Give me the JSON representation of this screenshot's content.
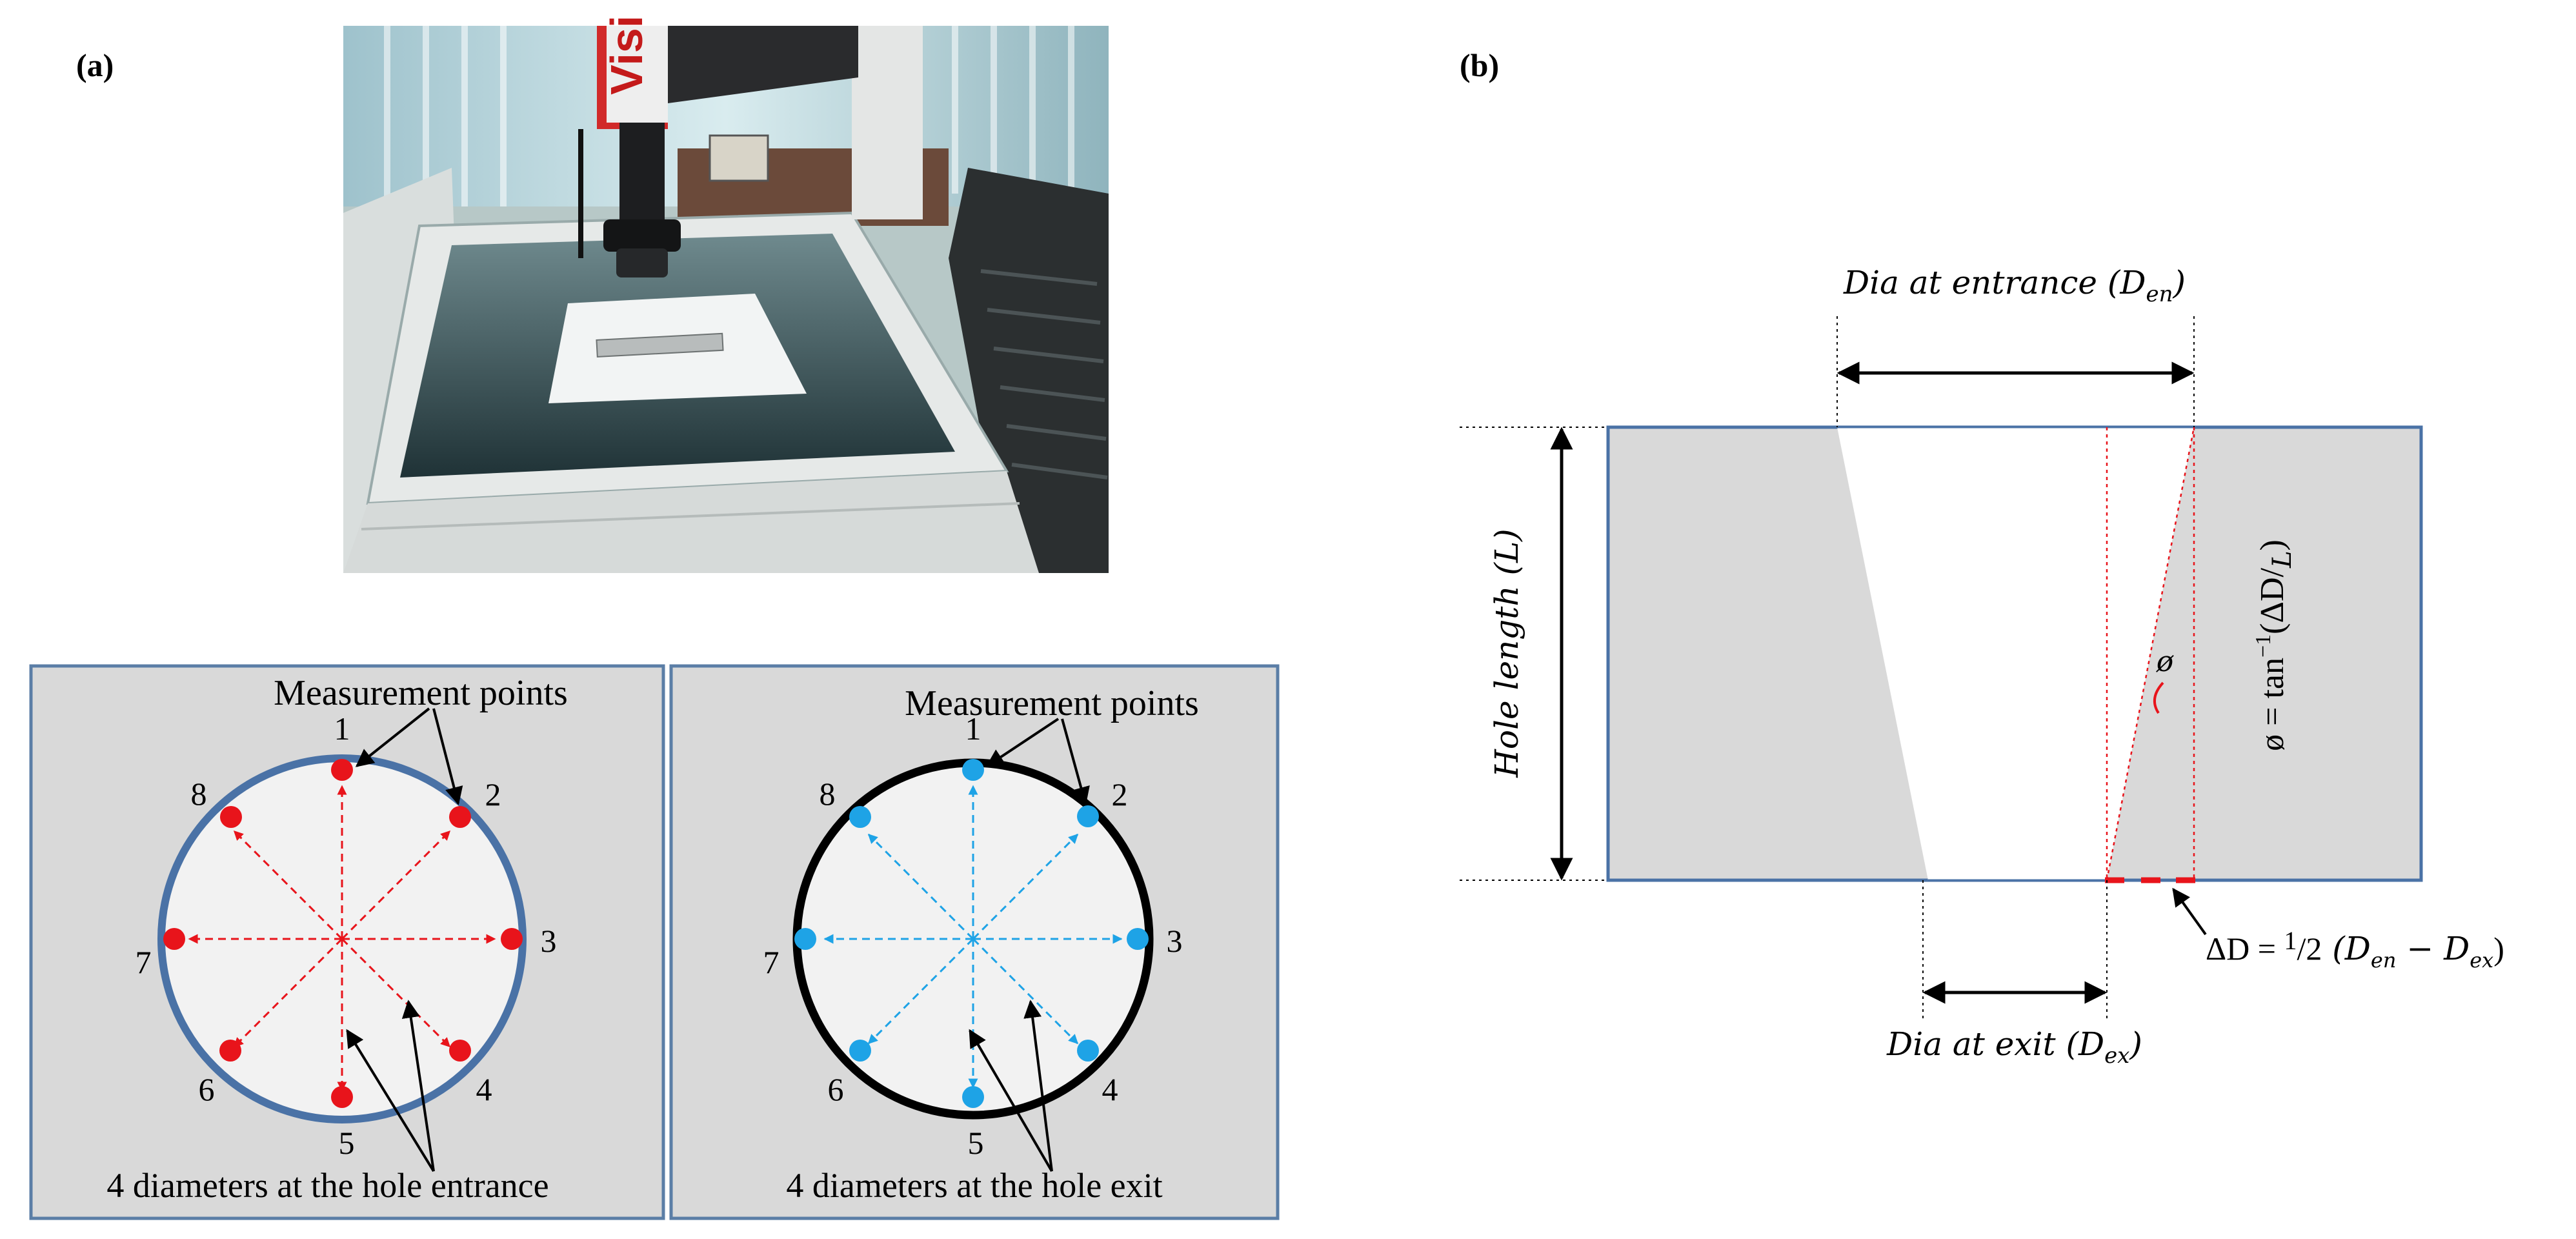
{
  "panel_a": {
    "label": "(a)",
    "entrance_box": {
      "title": "Measurement  points",
      "caption": "4 diameters at the hole entrance",
      "point_labels": [
        "1",
        "2",
        "3",
        "4",
        "5",
        "6",
        "7",
        "8"
      ],
      "ring_color": "#4a72a6",
      "point_color": "#e8141b"
    },
    "exit_box": {
      "title": "Measurement  points",
      "caption": "4 diameters at the hole exit",
      "point_labels": [
        "1",
        "2",
        "3",
        "4",
        "5",
        "6",
        "7",
        "8"
      ],
      "ring_color": "#000000",
      "point_color": "#1ea3e6"
    }
  },
  "panel_b": {
    "label": "(b)",
    "dia_entrance": "Dia at entrance (",
    "dia_entrance_sym": "D",
    "dia_entrance_sub": "en",
    "dia_exit": "Dia at exit (",
    "dia_exit_sym": "D",
    "dia_exit_sub": "ex",
    "close_paren": ")",
    "hole_length": "Hole length (",
    "hole_length_sym": "L",
    "phi_symbol": "ø",
    "phi_formula_a": "ø = tan",
    "phi_formula_sup": "−1",
    "phi_formula_b": "(ΔD/",
    "phi_formula_c": "L",
    "phi_formula_d": ")",
    "delta_a": "ΔD = ",
    "delta_num": "1",
    "delta_den": "/2",
    "delta_b": " (D",
    "delta_sub1": "en",
    "delta_c": " − D",
    "delta_sub2": "ex",
    "delta_d": ")",
    "block_color": "#d9d9d9",
    "block_border": "#4a72a6",
    "accent_red": "#e8141b"
  }
}
